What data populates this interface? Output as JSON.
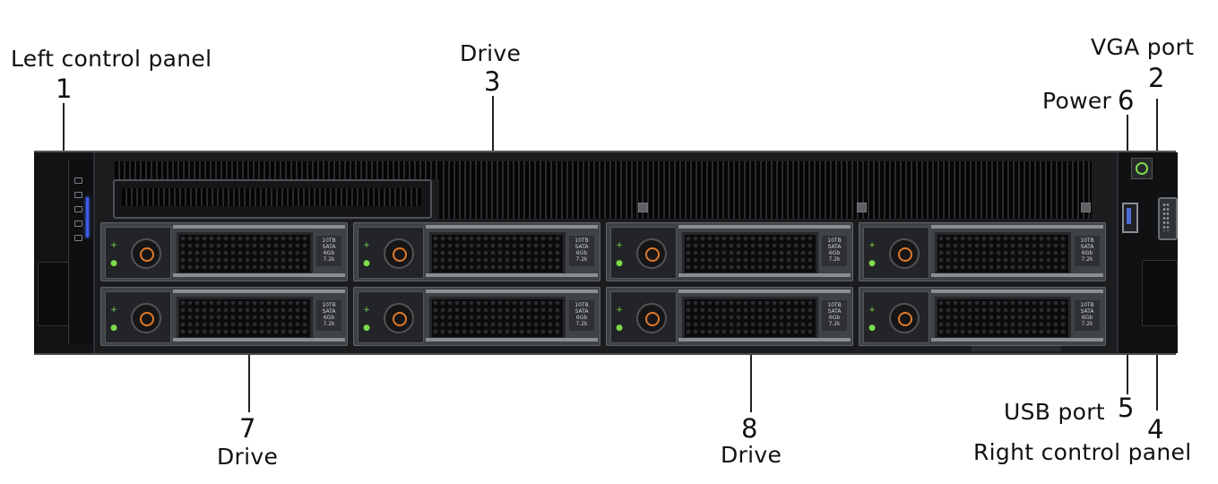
{
  "callouts": {
    "left_panel": {
      "label": "Left control panel",
      "num": "1"
    },
    "vga": {
      "label": "VGA port",
      "num": "2"
    },
    "drive_top": {
      "label": "Drive",
      "num": "3"
    },
    "right_panel": {
      "label": "Right control panel",
      "num": "4"
    },
    "usb": {
      "label": "USB port",
      "num": "5"
    },
    "power": {
      "label": "Power",
      "num": "6"
    },
    "drive_bottom_left": {
      "label": "Drive",
      "num": "7"
    },
    "drive_bottom_mid": {
      "label": "Drive",
      "num": "8"
    }
  },
  "drive_spec": [
    "10TB",
    "SATA",
    "6Gb",
    "7.2k"
  ],
  "colors": {
    "chassis": "#1b1c1e",
    "drive_button_ring": "#e07a2a",
    "power_led": "#7ddc4a",
    "panel_led": "#3b5bff",
    "usb_insert": "#4a6dd8"
  }
}
